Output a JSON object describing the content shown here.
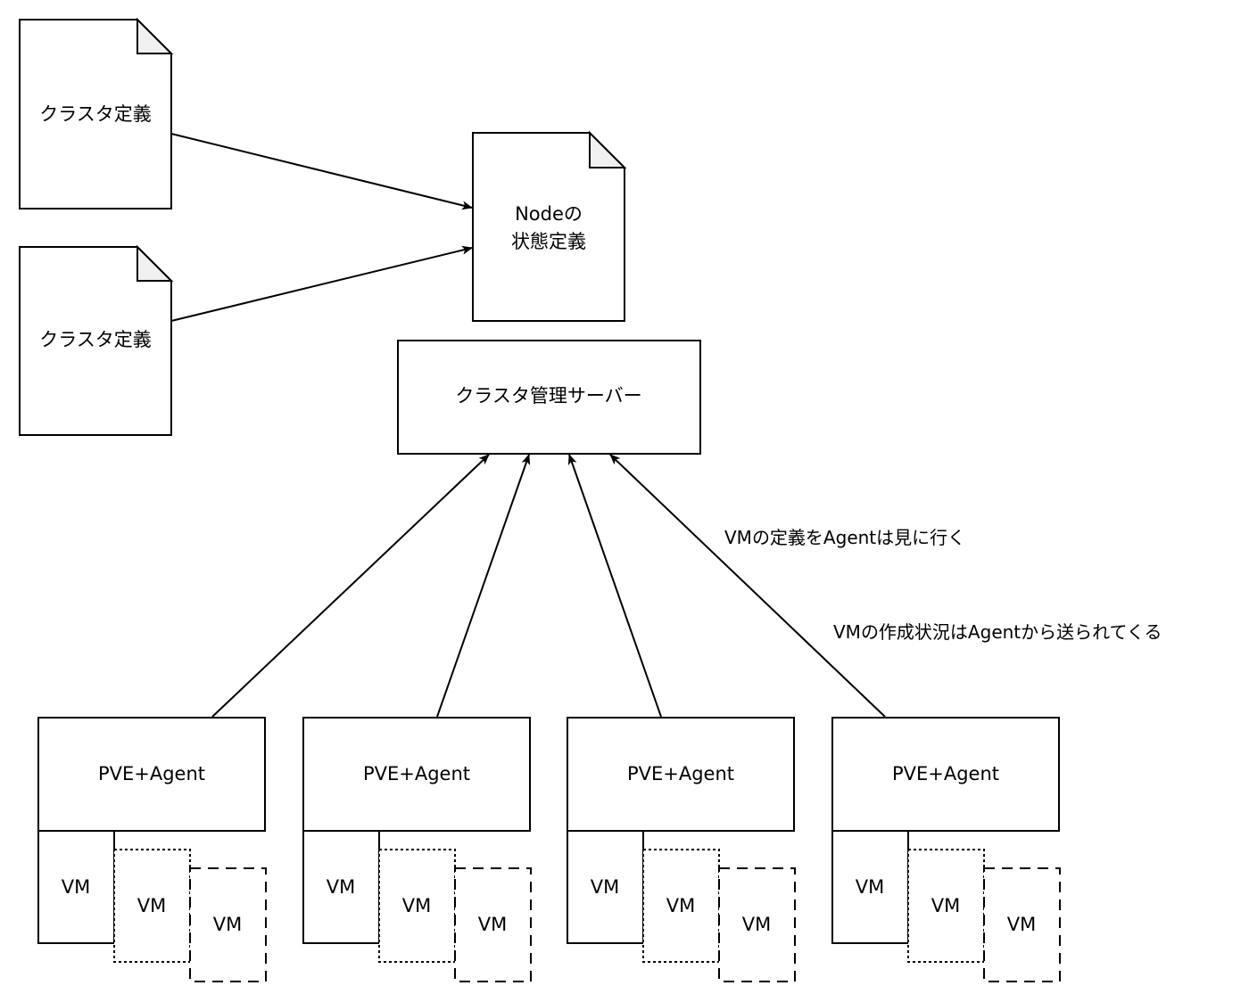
{
  "documents": {
    "cluster_def_1": {
      "label": "クラスタ定義"
    },
    "cluster_def_2": {
      "label": "クラスタ定義"
    },
    "node_state_def": {
      "lines": [
        "Nodeの",
        "状態定義"
      ]
    }
  },
  "server": {
    "label": "クラスタ管理サーバー"
  },
  "annotations": {
    "vm_definition_note": "VMの定義をAgentは見に行く",
    "vm_status_note": "VMの作成状況はAgentから送られてくる"
  },
  "hosts": [
    {
      "label": "PVE+Agent",
      "vms": [
        "VM",
        "VM",
        "VM"
      ]
    },
    {
      "label": "PVE+Agent",
      "vms": [
        "VM",
        "VM",
        "VM"
      ]
    },
    {
      "label": "PVE+Agent",
      "vms": [
        "VM",
        "VM",
        "VM"
      ]
    },
    {
      "label": "PVE+Agent",
      "vms": [
        "VM",
        "VM",
        "VM"
      ]
    }
  ],
  "colors": {
    "stroke": "#000000",
    "fold": "#f0f0f0",
    "fill": "#ffffff"
  }
}
